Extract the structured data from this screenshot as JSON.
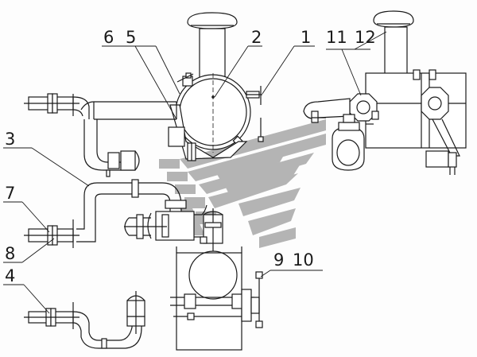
{
  "diagram": {
    "callouts": [
      {
        "id": "label-1",
        "text": "1"
      },
      {
        "id": "label-2",
        "text": "2"
      },
      {
        "id": "label-3",
        "text": "3"
      },
      {
        "id": "label-4",
        "text": "4"
      },
      {
        "id": "label-5",
        "text": "5"
      },
      {
        "id": "label-6",
        "text": "6"
      },
      {
        "id": "label-7",
        "text": "7"
      },
      {
        "id": "label-8",
        "text": "8"
      },
      {
        "id": "label-9",
        "text": "9"
      },
      {
        "id": "label-10",
        "text": "10"
      },
      {
        "id": "label-11",
        "text": "11"
      },
      {
        "id": "label-12",
        "text": "12"
      }
    ],
    "watermark": {
      "color": "#a8a8a8",
      "description": "stylised diagonal stripe logo"
    },
    "line_color": "#1a1a1a"
  }
}
